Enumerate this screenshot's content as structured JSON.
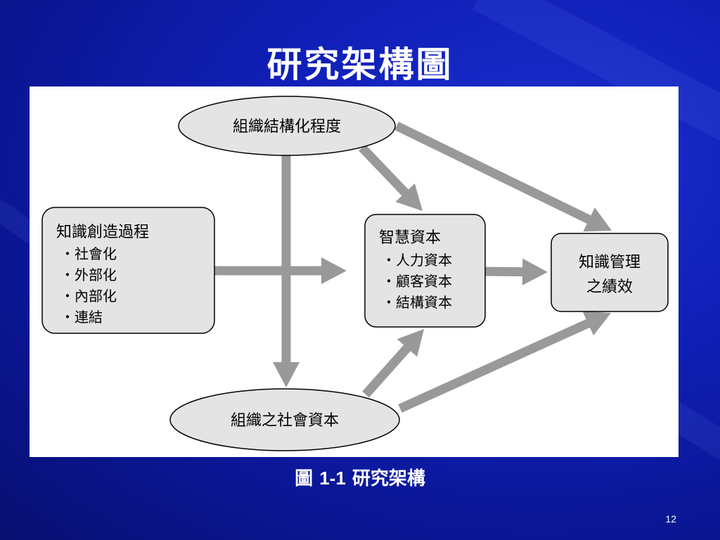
{
  "slide": {
    "title": "研究架構圖",
    "caption_prefix": "圖",
    "caption_number": "1-1",
    "caption_text": "研究架構",
    "page_number": "12"
  },
  "diagram": {
    "nodes": {
      "org_structure": {
        "label": "組織結構化程度"
      },
      "knowledge_creation": {
        "title": "知識創造過程",
        "items": [
          "・社會化",
          "・外部化",
          "・內部化",
          "・連結"
        ]
      },
      "intellectual_capital": {
        "title": "智慧資本",
        "items": [
          "・人力資本",
          "・顧客資本",
          "・結構資本"
        ]
      },
      "km_performance": {
        "lines": [
          "知識管理",
          "之績效"
        ]
      },
      "social_capital": {
        "label": "組織之社會資本"
      }
    },
    "edges": [
      {
        "from": "org_structure",
        "to": "intellectual_capital"
      },
      {
        "from": "org_structure",
        "to": "km_performance"
      },
      {
        "from": "org_structure",
        "to": "social_capital"
      },
      {
        "from": "knowledge_creation",
        "to": "intellectual_capital"
      },
      {
        "from": "intellectual_capital",
        "to": "km_performance"
      },
      {
        "from": "social_capital",
        "to": "intellectual_capital"
      },
      {
        "from": "social_capital",
        "to": "km_performance"
      }
    ],
    "colors": {
      "node_fill": "#e4e4e4",
      "node_stroke": "#000000",
      "arrow": "#999999"
    }
  }
}
